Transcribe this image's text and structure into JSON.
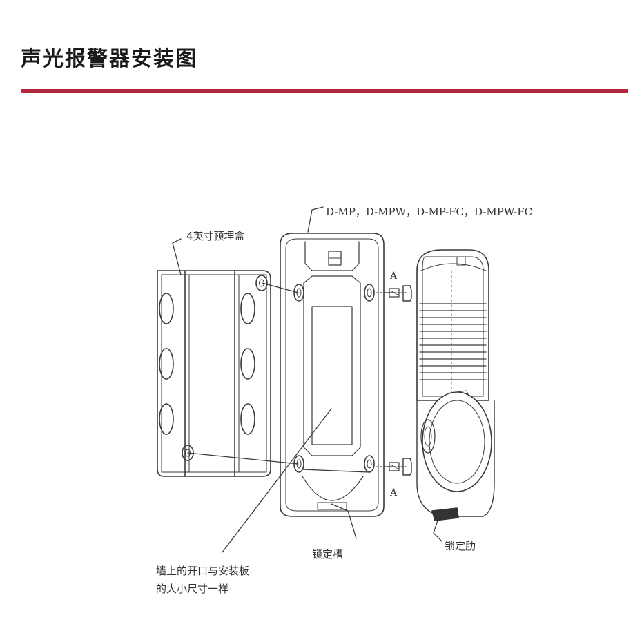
{
  "header": {
    "title": "声光报警器安装图",
    "rule_color": "#b0283a"
  },
  "diagram": {
    "labels": {
      "models": "D-MP，D-MPW，D-MP-FC，D-MPW-FC",
      "box": "4英寸预埋盒",
      "screw_top": "A",
      "screw_bottom": "A",
      "slot": "锁定槽",
      "rib": "锁定肋",
      "wall_note_line1": "墙上的开口与安装板",
      "wall_note_line2": "的大小尺寸一样"
    },
    "colors": {
      "line": "#3a3a3a",
      "fill": "#ffffff",
      "rib": "#333333"
    }
  }
}
